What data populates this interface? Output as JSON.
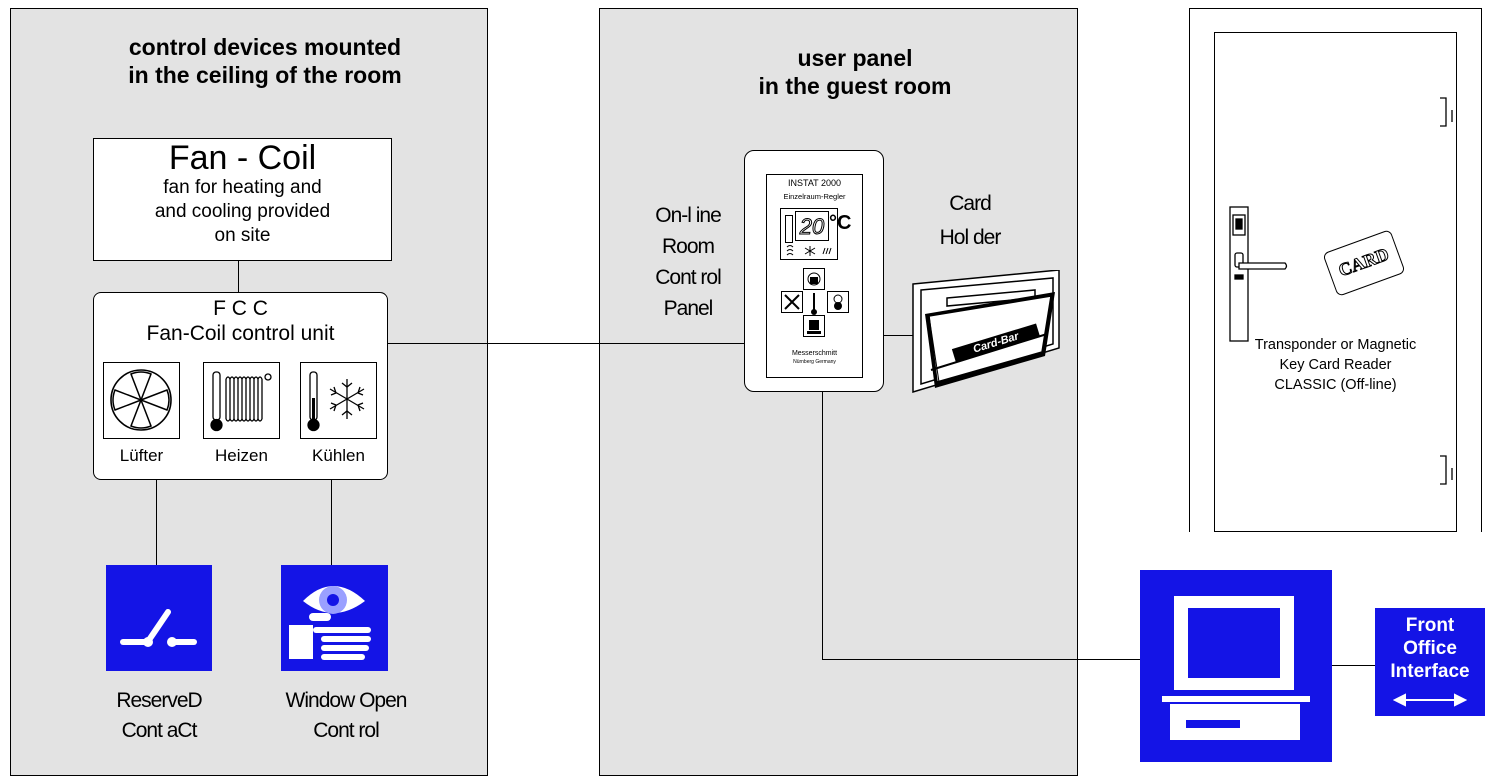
{
  "left_panel": {
    "title_line1": "control devices mounted",
    "title_line2": "in the ceiling of the room"
  },
  "fan_coil": {
    "title": "Fan - Coil",
    "line1": "fan for heating and",
    "line2": "and cooling provided",
    "line3": "on site"
  },
  "fcc": {
    "title": "F C C",
    "subtitle": "Fan-Coil control unit",
    "icons": [
      {
        "icon": "fan-icon",
        "label": "Lüfter"
      },
      {
        "icon": "heating-coil-icon",
        "label": "Heizen"
      },
      {
        "icon": "thermometer-snowflake-icon",
        "label": "Kühlen"
      }
    ]
  },
  "reserved_contact": {
    "line1": "ReservеD",
    "line2": "Cont aCt",
    "icon": "switch-contact-icon"
  },
  "window_open": {
    "line1": "Window Open",
    "line2": "Cont rol",
    "icon": "eye-hand-icon"
  },
  "center_panel": {
    "title_line1": "user panel",
    "title_line2": "in the guest room"
  },
  "online_panel_label": {
    "line1": "On-l ine",
    "line2": "Room",
    "line3": "Cont rol",
    "line4": "Panel"
  },
  "device": {
    "brand": "INSTAT 2000",
    "model": "Einzelraum-Regler",
    "display_value": "20",
    "unit": "°C",
    "maker": "Messerschmitt",
    "maker_location": "Nürnberg Germany"
  },
  "card_holder_label": {
    "line1": "Card",
    "line2": "Hol der"
  },
  "card_holder_text": "Card-Bar",
  "door": {
    "card_text": "CARD",
    "reader_line1": "Transponder or Magnetic",
    "reader_line2": "Key Card Reader",
    "reader_line3": "CLASSIC (Off-line)"
  },
  "front_office": {
    "line1": "Front",
    "line2": "Office",
    "line3": "Interface",
    "icon": "double-arrow-icon"
  },
  "colors": {
    "panel_bg": "#e3e3e3",
    "blue": "#1414e6",
    "light_blue": "#9aa0ff"
  }
}
